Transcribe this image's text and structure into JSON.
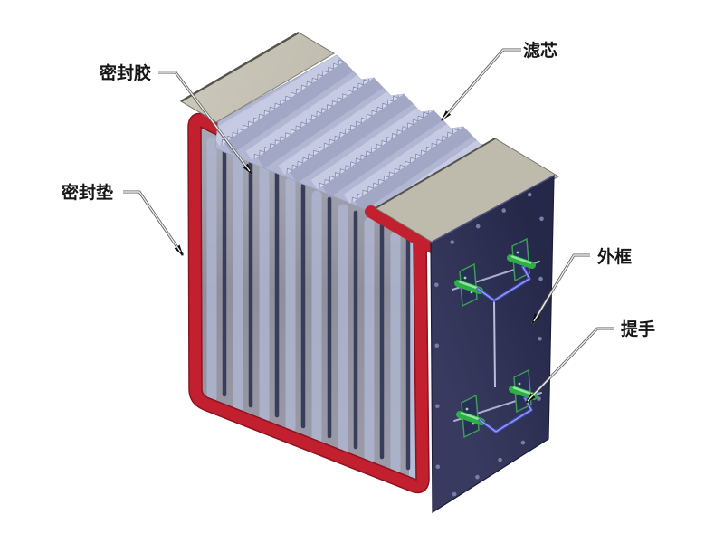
{
  "diagram": {
    "type": "isometric-parts-callout-diagram",
    "labels": {
      "sealant": "密封胶",
      "filter_core": "滤芯",
      "gasket": "密封垫",
      "outer_frame": "外框",
      "handle": "提手"
    },
    "colors": {
      "gasket_red": "#C2202E",
      "gasket_red_dark": "#8E1220",
      "frame_navy": "#2E3053",
      "media_lavender": "#B1B7D2",
      "cap_tan": "#C7C4B7",
      "bracket_green": "#2FAE45",
      "wire_blue": "#4A52CE",
      "leader_gray": "#5C5C5C",
      "label_text": "#161616",
      "background": "#FFFFFF"
    }
  }
}
